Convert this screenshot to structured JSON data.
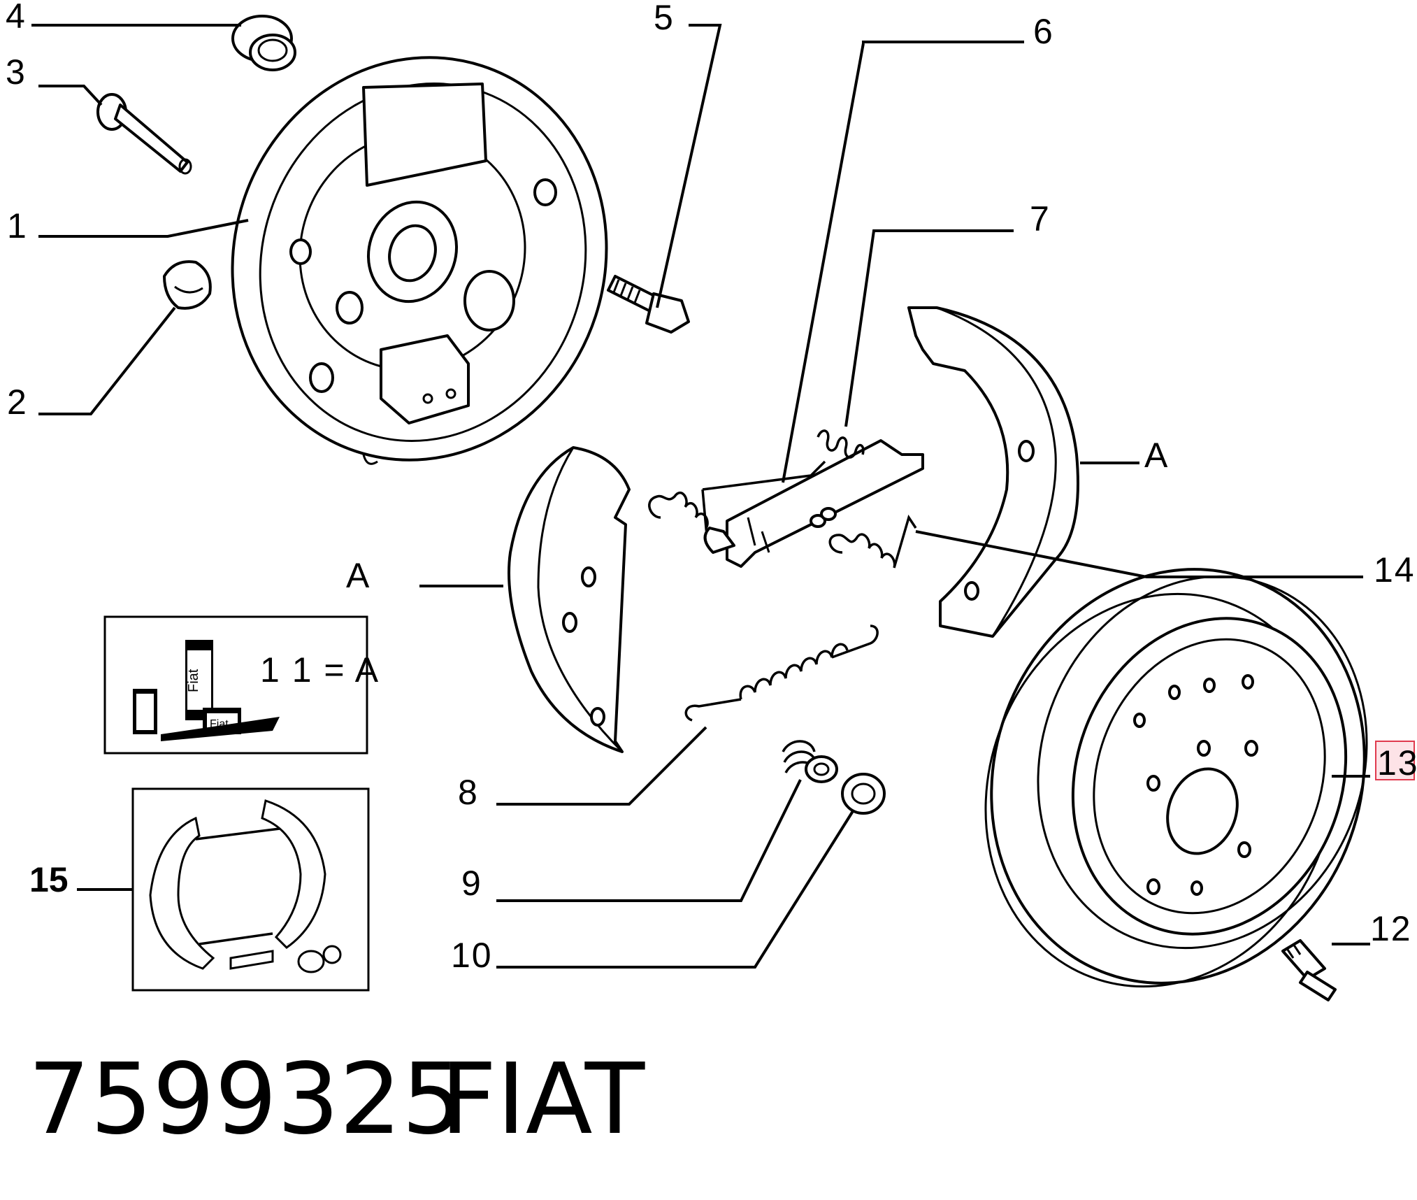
{
  "callouts": {
    "c1": "1",
    "c2": "2",
    "c3": "3",
    "c4": "4",
    "c5": "5",
    "c6": "6",
    "c7": "7",
    "c8": "8",
    "c9": "9",
    "c10": "10",
    "c12": "12",
    "c13": "13",
    "c14": "14",
    "c15": "15",
    "a_right": "A",
    "a_left": "A"
  },
  "inset_kit": {
    "label": "1 1 = A",
    "box_text_top": "Fiat",
    "box_text_bottom": "Fiat"
  },
  "footer": {
    "part_number": "7599325",
    "brand": "FIAT"
  },
  "colors": {
    "highlight_fill": "#fde3e7",
    "highlight_stroke": "#e03a4e"
  }
}
